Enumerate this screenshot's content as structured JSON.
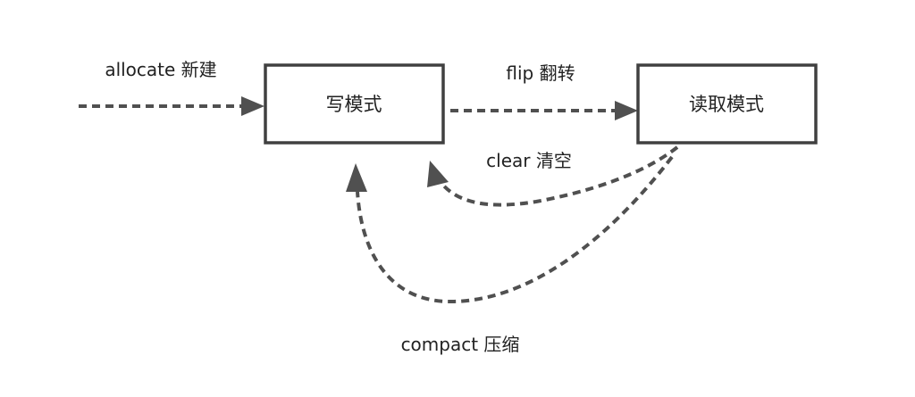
{
  "nodes": {
    "write_mode": {
      "label": "写模式"
    },
    "read_mode": {
      "label": "读取模式"
    }
  },
  "edges": {
    "allocate": {
      "label": "allocate 新建"
    },
    "flip": {
      "label": "flip 翻转"
    },
    "clear": {
      "label": "clear 清空"
    },
    "compact": {
      "label": "compact 压缩"
    }
  },
  "colors": {
    "stroke": "#404040",
    "arrow": "#505050",
    "text": "#222222",
    "background": "#ffffff"
  }
}
